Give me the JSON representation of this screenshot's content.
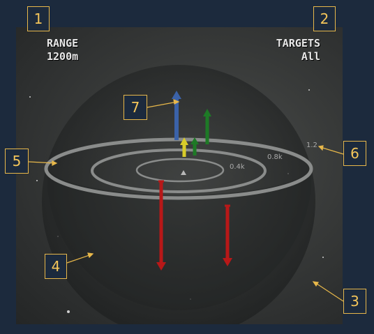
{
  "hud": {
    "range_label": "RANGE",
    "range_value": "1200m",
    "targets_label": "TARGETS",
    "targets_value": "All"
  },
  "rings": {
    "inner_label": "0.4k",
    "middle_label": "0.8k",
    "outer_label": "1.2"
  },
  "callouts": [
    "1",
    "2",
    "3",
    "4",
    "5",
    "6",
    "7"
  ],
  "colors": {
    "callout": "#e8b84a",
    "blip_blue": "#3b62a8",
    "blip_green": "#1e7a26",
    "blip_yellow": "#d8cc2a",
    "blip_red": "#b81818"
  }
}
